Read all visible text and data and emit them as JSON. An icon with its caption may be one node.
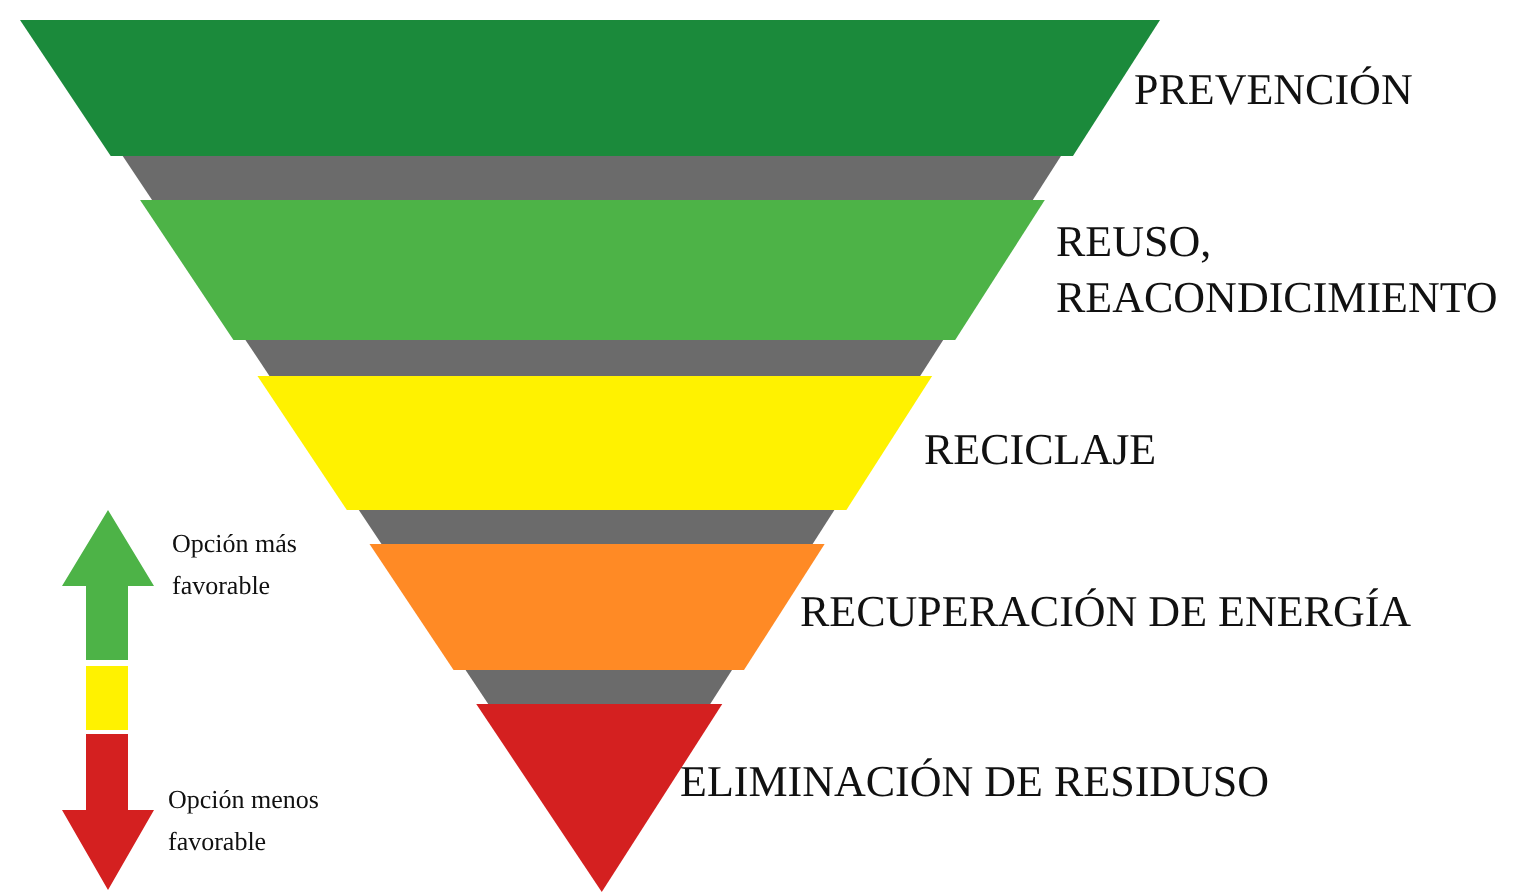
{
  "diagram": {
    "nodes": [
      {
        "text": [
          "PREVENCIÓN"
        ]
      },
      {
        "text": [
          "REUSO, REACONDICIMIENTO"
        ]
      },
      {
        "text": [
          "RECICLAJE"
        ]
      },
      {
        "text": [
          "RECUPERACIÓN DE ENERGÍA"
        ]
      },
      {
        "text": [
          "ELIMINACIÓN DE RESIDUSO"
        ]
      }
    ],
    "labels": [
      "Opción más favorable",
      "Opción menos favorable"
    ]
  }
}
